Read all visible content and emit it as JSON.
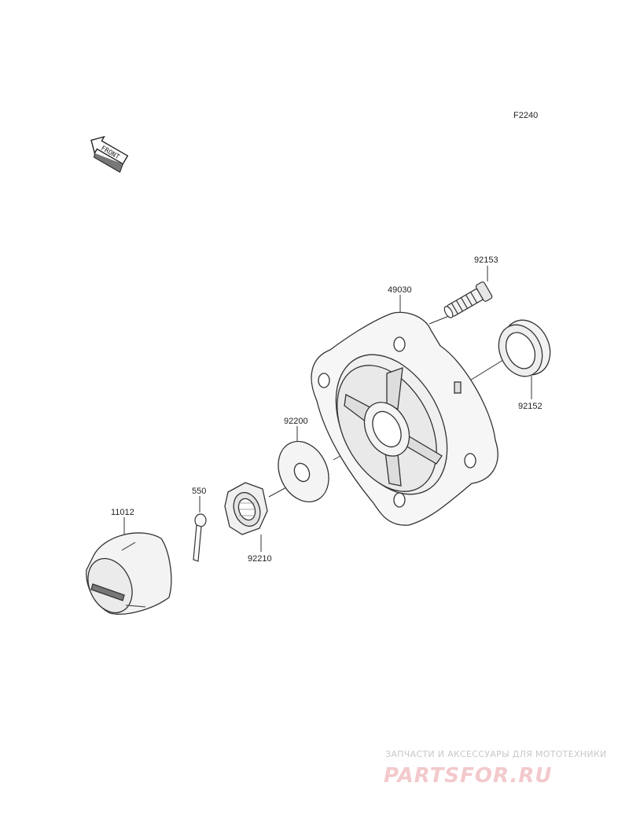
{
  "diagram": {
    "figure_code": "F2240",
    "front_arrow_text": "FRONT",
    "colors": {
      "line": "#333333",
      "fill": "#f4f4f4",
      "watermark_red": "#e7a0a6",
      "watermark_gray": "#bdbdbd"
    },
    "parts": [
      {
        "id": "49030"
      },
      {
        "id": "92153"
      },
      {
        "id": "92152"
      },
      {
        "id": "92200"
      },
      {
        "id": "550"
      },
      {
        "id": "92210"
      },
      {
        "id": "11012"
      }
    ]
  },
  "watermark": {
    "tagline": "ЗАПЧАСТИ И АКСЕССУАРЫ ДЛЯ МОТОТЕХНИКИ",
    "logo": "PARTSFOR.RU"
  }
}
